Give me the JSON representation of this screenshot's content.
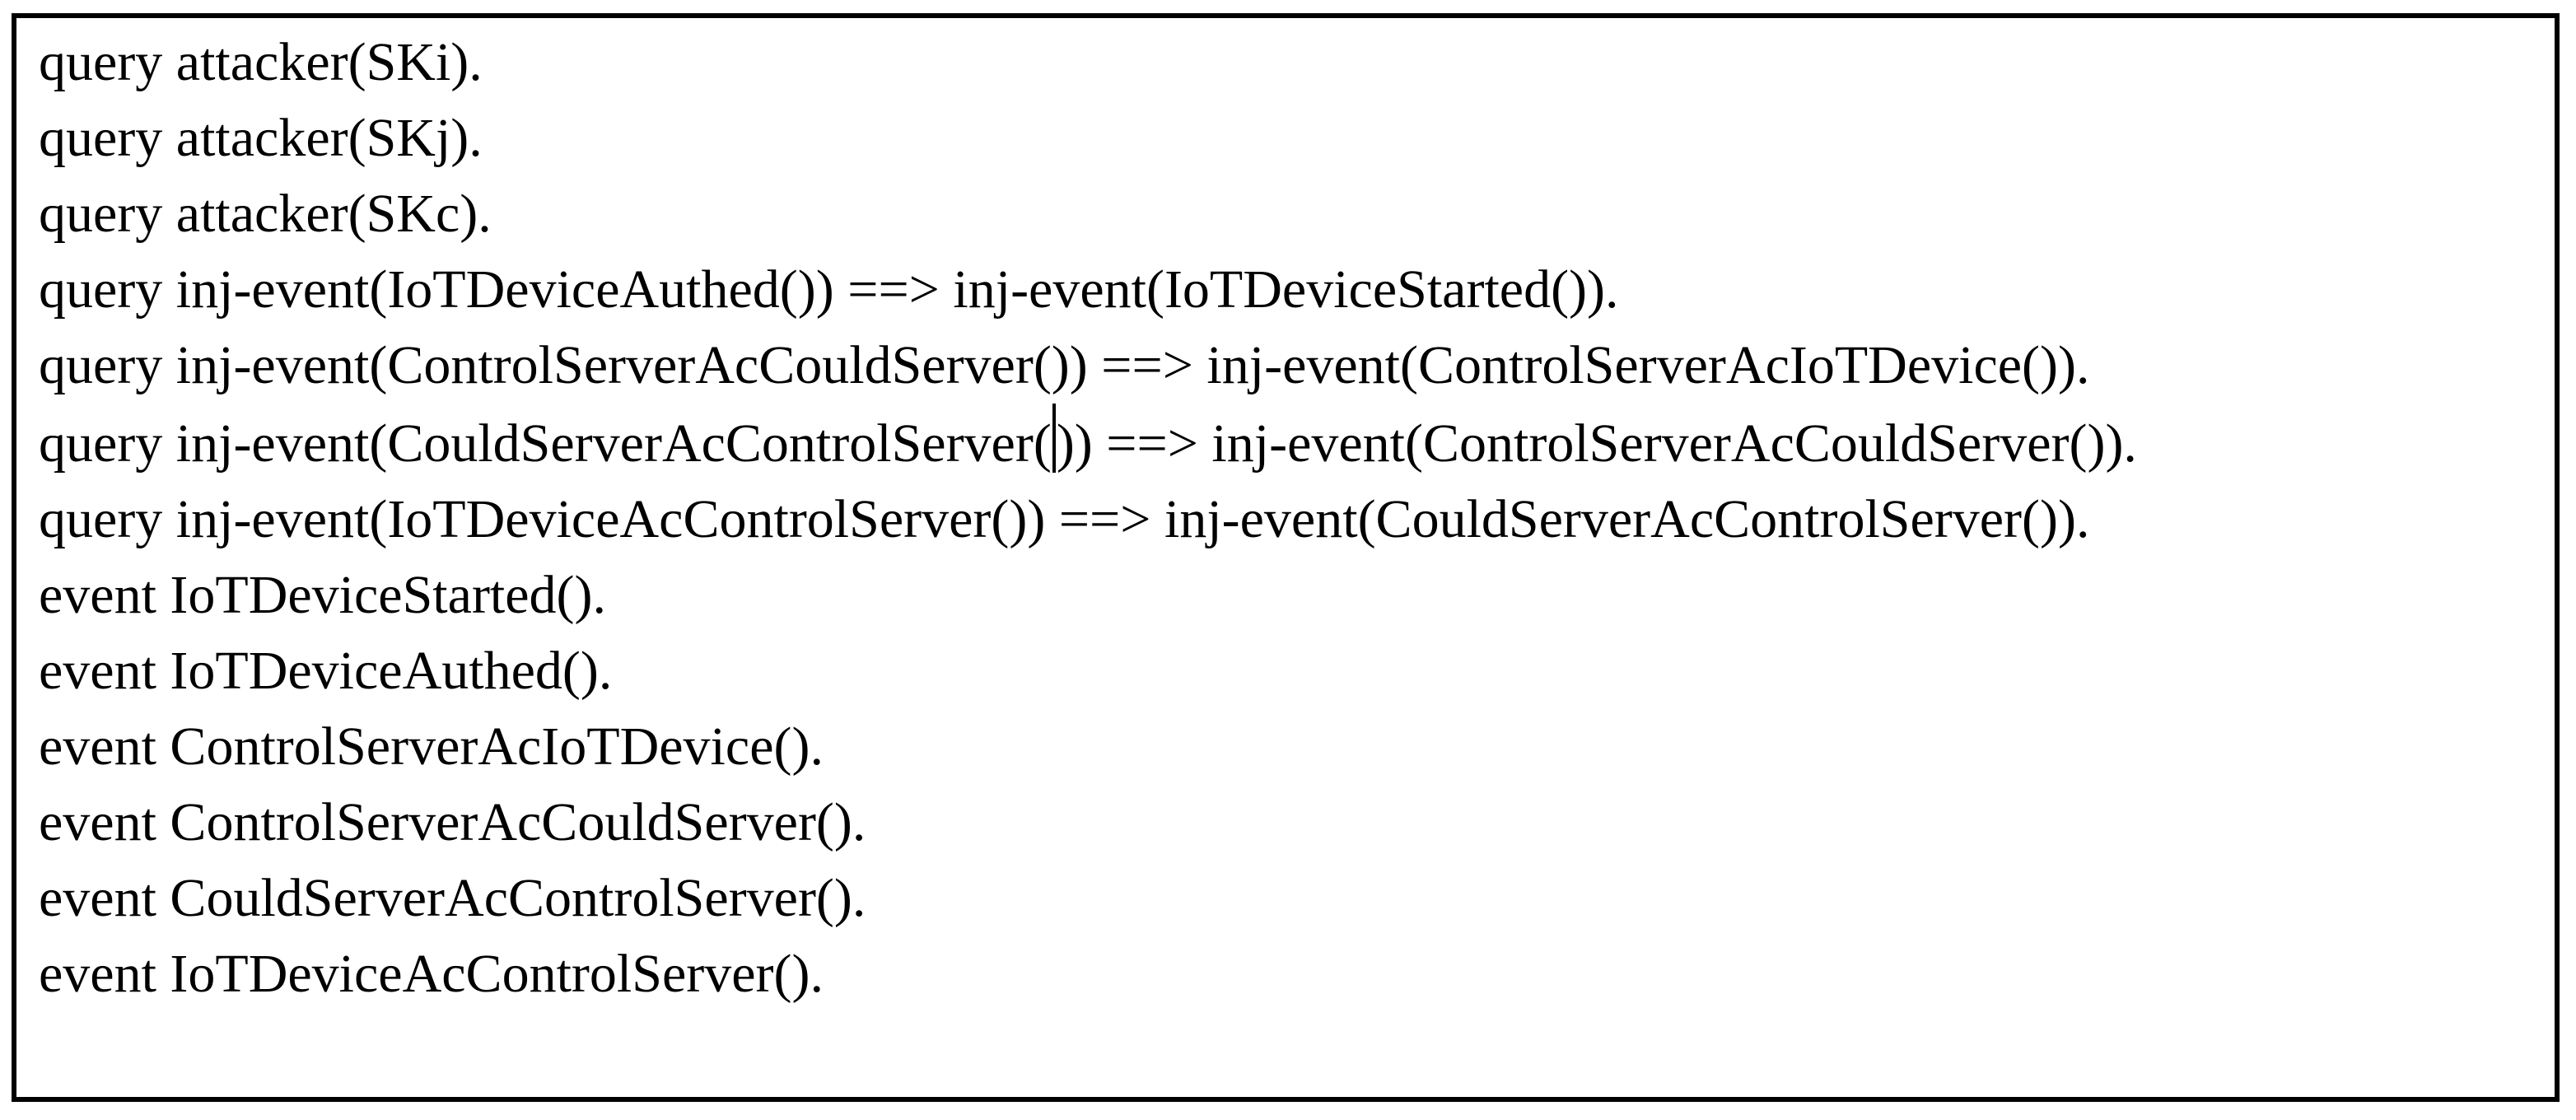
{
  "figure": {
    "kind": "code-listing",
    "language_hint": "ProVerif",
    "colors": {
      "background": "#ffffff",
      "border": "#000000",
      "text": "#000000",
      "caret": "#000000"
    }
  },
  "code": {
    "lines": [
      {
        "text": "query attacker(SKi)."
      },
      {
        "text": "query attacker(SKj)."
      },
      {
        "text": "query attacker(SKc)."
      },
      {
        "text": "query inj-event(IoTDeviceAuthed()) ==> inj-event(IoTDeviceStarted())."
      },
      {
        "text": "query inj-event(ControlServerAcCouldServer()) ==> inj-event(ControlServerAcIoTDevice())."
      },
      {
        "before_caret": "query inj-event(CouldServerAcControlServer(",
        "after_caret": ")) ==> inj-event(ControlServerAcCouldServer())."
      },
      {
        "text": "query inj-event(IoTDeviceAcControlServer()) ==> inj-event(CouldServerAcControlServer())."
      },
      {
        "text": ""
      },
      {
        "text": "event IoTDeviceStarted()."
      },
      {
        "text": "event IoTDeviceAuthed()."
      },
      {
        "text": "event ControlServerAcIoTDevice()."
      },
      {
        "text": "event ControlServerAcCouldServer()."
      },
      {
        "text": "event CouldServerAcControlServer()."
      },
      {
        "text": "event IoTDeviceAcControlServer()."
      }
    ]
  }
}
